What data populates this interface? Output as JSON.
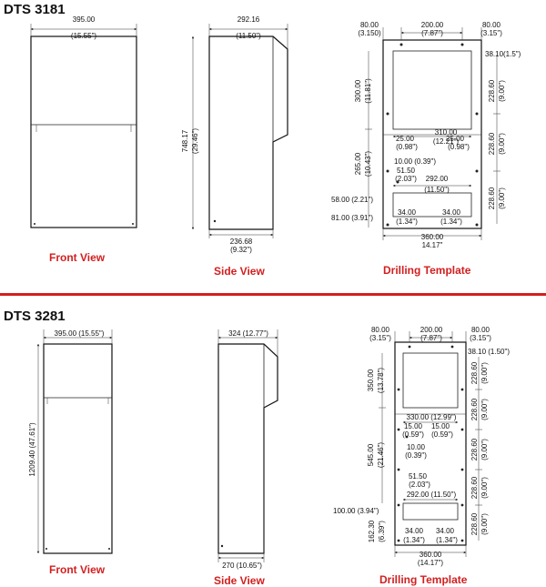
{
  "top": {
    "title": "DTS 3181",
    "captions": {
      "front": "Front View",
      "side": "Side View",
      "drill": "Drilling Template"
    },
    "front": {
      "width": "395.00",
      "width_in": "(15.55\")"
    },
    "side": {
      "top_width": "292.16",
      "top_width_in": "(11.50\")",
      "height": "748.17",
      "height_in": "(29.46\")",
      "bottom_width": "236.68",
      "bottom_width_in": "(9.32\")"
    },
    "drill": {
      "top_left": "80.00",
      "top_left_in": "(3.150)",
      "top_mid": "200.00",
      "top_mid_in": "(7.87\")",
      "top_right": "80.00",
      "top_right_in": "(3.15\")",
      "right_offset": "38.10(1.5\")",
      "right_1": "228.60",
      "right_1_in": "(9.00\")",
      "right_2": "228.60",
      "right_2_in": "(9.00\")",
      "right_3": "228.60",
      "right_3_in": "(9.00\")",
      "left_1": "300.00",
      "left_1_in": "(11.81\")",
      "left_2": "265.00",
      "left_2_in": "(10.43\")",
      "mid_width": "310.00",
      "mid_width_in": "(12.21\")",
      "mid_left": "25.00",
      "mid_left_in": "(0.98\")",
      "mid_right": "25.00",
      "mid_right_in": "(0.98\")",
      "hole_off": "10.00 (0.39\")",
      "slot_left": "51.50",
      "slot_left_in": "(2.03\")",
      "slot_width": "292.00",
      "slot_width_in": "(11.50\")",
      "slot_h": "58.00 (2.21\")",
      "bottom_h": "81.00 (3.91\")",
      "bl": "34.00",
      "bl_in": "(1.34\")",
      "br": "34.00",
      "br_in": "(1.34\")",
      "base": "360.00",
      "base_in": "14.17\""
    }
  },
  "bottom": {
    "title": "DTS 3281",
    "captions": {
      "front": "Front View",
      "side": "Side View",
      "drill": "Drilling Template"
    },
    "front": {
      "width": "395.00 (15.55\")",
      "height": "1209.40 (47.61\")"
    },
    "side": {
      "top_width": "324 (12.77\")",
      "bottom_width": "270 (10.65\")"
    },
    "drill": {
      "top_left": "80.00",
      "top_left_in": "(3.15\")",
      "top_mid": "200.00",
      "top_mid_in": "(7.87\")",
      "top_right": "80.00",
      "top_right_in": "(3.15\")",
      "right_offset": "38.10 (1.50\")",
      "right_1": "228.60",
      "right_1_in": "(9.00\")",
      "right_2": "228.60",
      "right_2_in": "(9.00\")",
      "right_3": "228.60",
      "right_3_in": "(9.00\")",
      "right_4": "228.60",
      "right_4_in": "(9.00\")",
      "right_5": "228.60",
      "right_5_in": "(9.00\")",
      "left_1": "350.00",
      "left_1_in": "(13.78\")",
      "left_2": "545.00",
      "left_2_in": "(21.46\")",
      "mid_width": "330.00 (12.99\")",
      "mid_left": "15.00",
      "mid_left_in": "(0.59\")",
      "mid_right": "15.00",
      "mid_right_in": "(0.59\")",
      "hole_off": "10.00",
      "hole_off_in": "(0.39\")",
      "slot_left": "51.50",
      "slot_left_in": "(2.03\")",
      "slot_width": "292.00 (11.50\")",
      "slot_h": "100.00 (3.94\")",
      "bottom_h": "162.30",
      "bottom_h_in": "(6.39\")",
      "bl": "34.00",
      "bl_in": "(1.34\")",
      "br": "34.00",
      "br_in": "(1.34\")",
      "base": "360.00",
      "base_in": "(14.17\")"
    }
  }
}
